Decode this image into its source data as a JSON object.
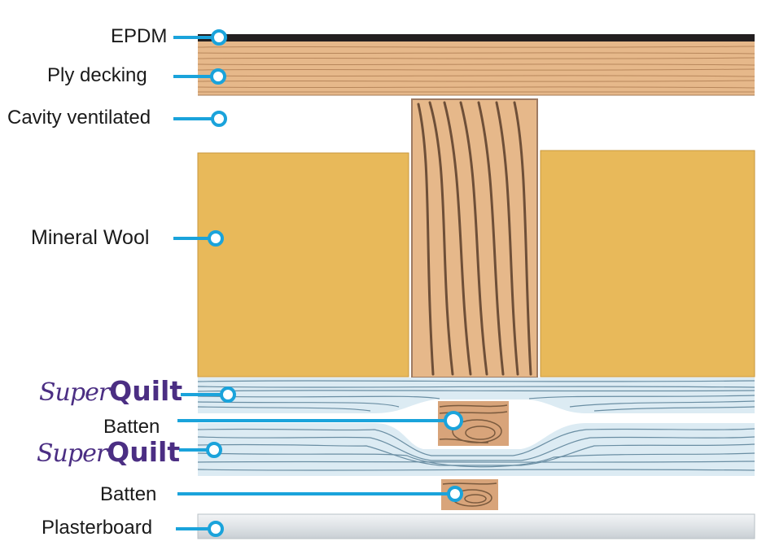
{
  "diagram": {
    "layers": [
      {
        "key": "epdm",
        "label": "EPDM"
      },
      {
        "key": "ply",
        "label": "Ply decking"
      },
      {
        "key": "cavity",
        "label": "Cavity ventilated"
      },
      {
        "key": "wool",
        "label": "Mineral Wool"
      },
      {
        "key": "superquilt_1",
        "brand_prefix": "Super",
        "brand_suffix": "Quilt"
      },
      {
        "key": "batten_1",
        "label": "Batten"
      },
      {
        "key": "superquilt_2",
        "brand_prefix": "Super",
        "brand_suffix": "Quilt"
      },
      {
        "key": "batten_2",
        "label": "Batten"
      },
      {
        "key": "plasterboard",
        "label": "Plasterboard"
      }
    ],
    "colors": {
      "leader": "#1aa3db",
      "membrane": "#231f20",
      "timber": "#e6b88a",
      "timber_grain": "#7a5a3e",
      "mineral_wool": "#e8b95a",
      "insulation": "#dcebf3",
      "insulation_line": "#6a8ea3",
      "plasterboard": "#e4e8ec",
      "brand": "#4b2e83"
    }
  }
}
